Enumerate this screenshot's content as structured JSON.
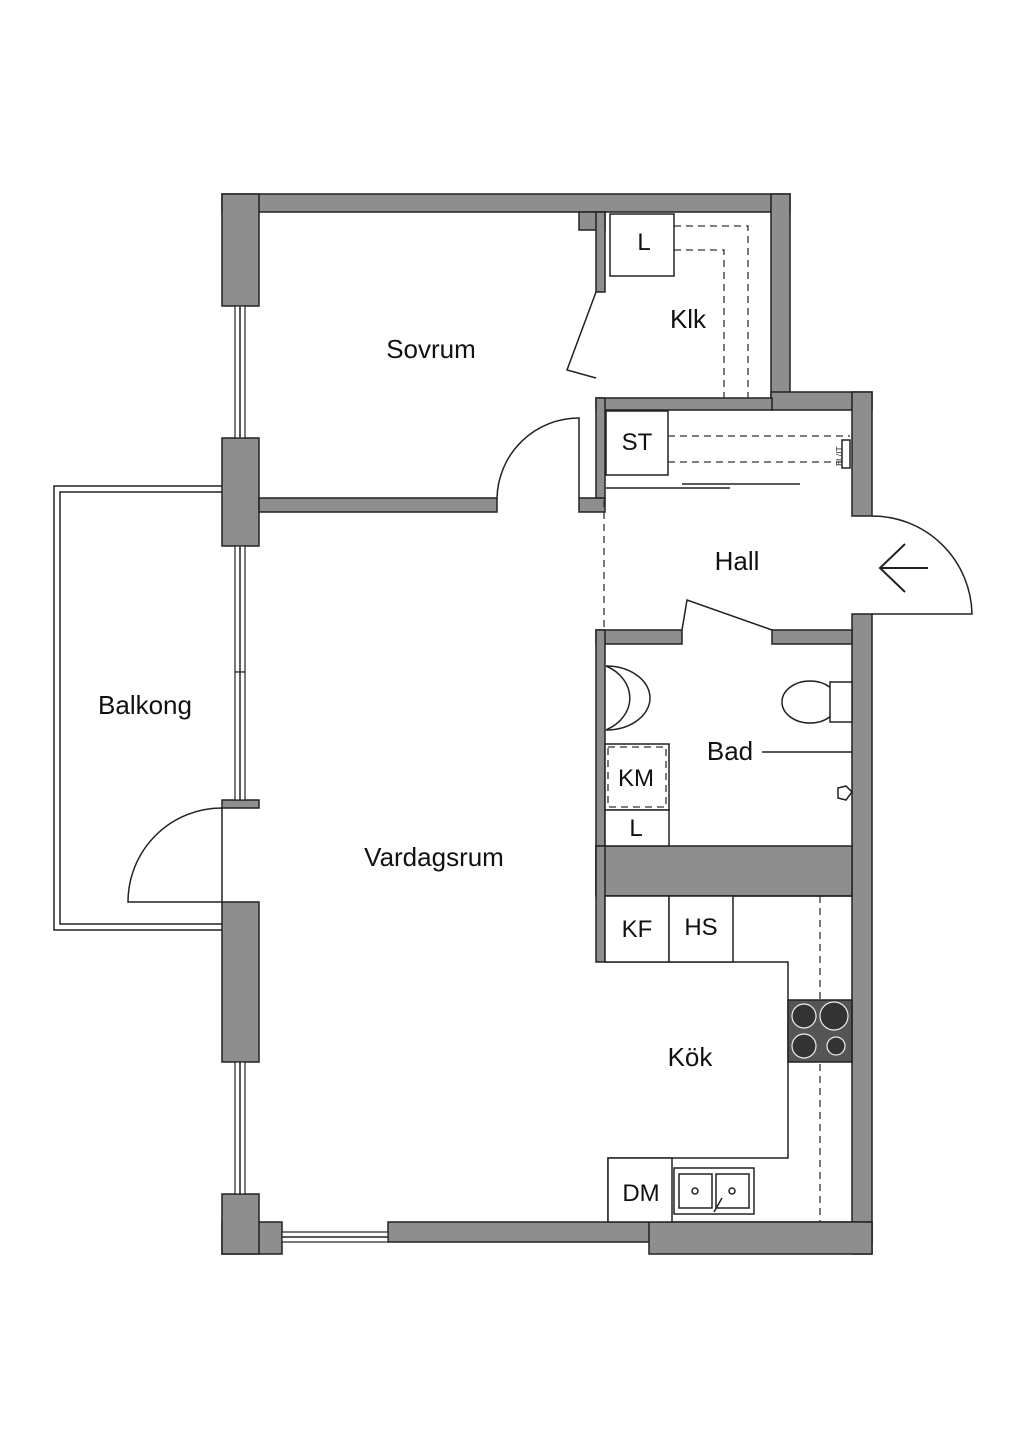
{
  "rooms": {
    "sovrum": "Sovrum",
    "klk": "Klk",
    "hall": "Hall",
    "balkong": "Balkong",
    "vardagsrum": "Vardagsrum",
    "bad": "Bad",
    "kok": "Kök"
  },
  "fixtures": {
    "klk_l": "L",
    "st": "ST",
    "km": "KM",
    "bad_l": "L",
    "kf": "KF",
    "hs": "HS",
    "dm": "DM",
    "el_it": "EL/IT"
  },
  "colors": {
    "wall": "#8e8e8e",
    "line": "#222222",
    "background": "#ffffff"
  }
}
